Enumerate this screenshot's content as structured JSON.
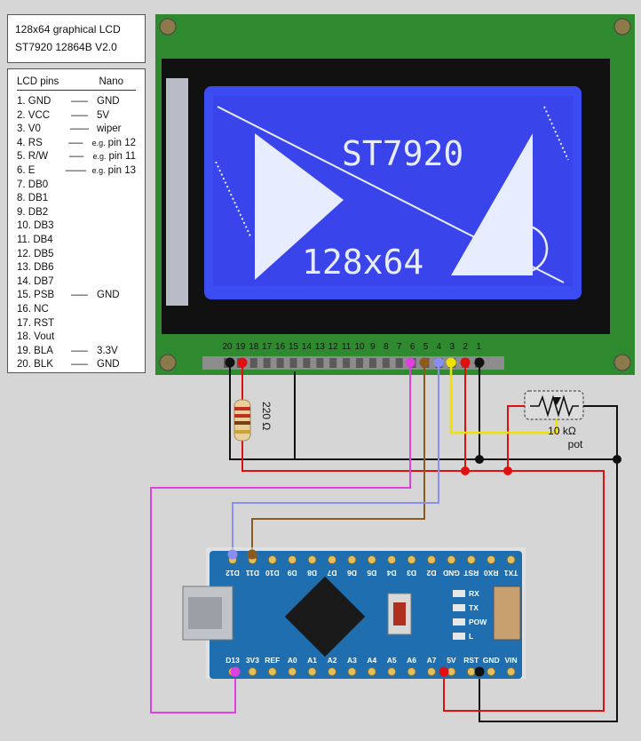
{
  "title": {
    "line1": "128x64 graphical LCD",
    "line2": "ST7920  12864B V2.0"
  },
  "pins_table": {
    "header_left": "LCD pins",
    "header_right": "Nano",
    "rows": [
      {
        "name": "1. GND",
        "dash": "--------",
        "nano": "GND",
        "small": ""
      },
      {
        "name": "2. VCC",
        "dash": "--------",
        "nano": "5V",
        "small": ""
      },
      {
        "name": "3. V0",
        "dash": "---------",
        "nano": "wiper",
        "small": ""
      },
      {
        "name": "4. RS",
        "dash": "-------",
        "nano": "pin 12",
        "small": "e.g."
      },
      {
        "name": "5. R/W",
        "dash": "-------",
        "nano": "pin 11",
        "small": "e.g."
      },
      {
        "name": "6. E",
        "dash": "----------",
        "nano": "pin 13",
        "small": "e.g."
      },
      {
        "name": "7. DB0",
        "dash": "",
        "nano": "",
        "small": ""
      },
      {
        "name": "8. DB1",
        "dash": "",
        "nano": "",
        "small": ""
      },
      {
        "name": "9. DB2",
        "dash": "",
        "nano": "",
        "small": ""
      },
      {
        "name": "10. DB3",
        "dash": "",
        "nano": "",
        "small": ""
      },
      {
        "name": "11. DB4",
        "dash": "",
        "nano": "",
        "small": ""
      },
      {
        "name": "12. DB5",
        "dash": "",
        "nano": "",
        "small": ""
      },
      {
        "name": "13. DB6",
        "dash": "",
        "nano": "",
        "small": ""
      },
      {
        "name": "14. DB7",
        "dash": "",
        "nano": "",
        "small": ""
      },
      {
        "name": "15. PSB",
        "dash": "--------",
        "nano": "GND",
        "small": ""
      },
      {
        "name": "16. NC",
        "dash": "",
        "nano": "",
        "small": ""
      },
      {
        "name": "17. RST",
        "dash": "",
        "nano": "",
        "small": ""
      },
      {
        "name": "18. Vout",
        "dash": "",
        "nano": "",
        "small": ""
      },
      {
        "name": "19. BLA",
        "dash": "--------",
        "nano": "3.3V",
        "small": ""
      },
      {
        "name": "20. BLK",
        "dash": "--------",
        "nano": "GND",
        "small": ""
      }
    ]
  },
  "lcd": {
    "screen_text_1": "ST7920",
    "screen_text_2": "128x64",
    "pin_numbers": [
      "20",
      "19",
      "18",
      "17",
      "16",
      "15",
      "14",
      "13",
      "12",
      "11",
      "10",
      "9",
      "8",
      "7",
      "6",
      "5",
      "4",
      "3",
      "2",
      "1"
    ]
  },
  "components": {
    "resistor_label": "220 Ω",
    "pot_label_1": "10 kΩ",
    "pot_label_2": "pot"
  },
  "nano": {
    "top_pins": [
      "D12",
      "D11",
      "D10",
      "D9",
      "D8",
      "D7",
      "D6",
      "D5",
      "D4",
      "D3",
      "D2",
      "GND",
      "RST",
      "RX0",
      "TX1"
    ],
    "bottom_pins": [
      "D13",
      "3V3",
      "REF",
      "A0",
      "A1",
      "A2",
      "A3",
      "A4",
      "A5",
      "A6",
      "A7",
      "5V",
      "RST",
      "GND",
      "VIN"
    ],
    "leds": [
      "RX",
      "TX",
      "POW",
      "L"
    ]
  },
  "colors": {
    "background": "#d6d6d6",
    "pcb_green": "#2f8a2f",
    "lcd_blue": "#3b4cf2",
    "nano_blue": "#1f6fb0",
    "wire_red": "#e01010",
    "wire_black": "#111111",
    "wire_magenta": "#e040e0",
    "wire_brown": "#8a5a1e",
    "wire_lavender": "#8a8ef2",
    "wire_yellow": "#f0e000"
  }
}
